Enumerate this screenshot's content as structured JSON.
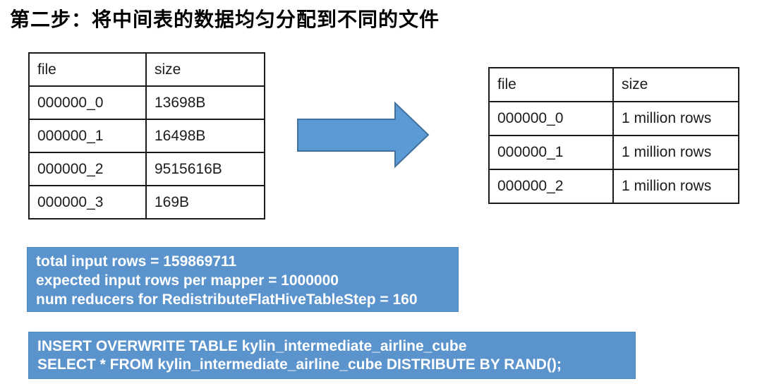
{
  "title": "第二步：将中间表的数据均匀分配到不同的文件",
  "left_table": {
    "headers": [
      "file",
      "size"
    ],
    "rows": [
      [
        "000000_0",
        "13698B"
      ],
      [
        "000000_1",
        "16498B"
      ],
      [
        "000000_2",
        "9515616B"
      ],
      [
        "000000_3",
        "169B"
      ]
    ]
  },
  "right_table": {
    "headers": [
      "file",
      "size"
    ],
    "rows": [
      [
        "000000_0",
        "1 million rows"
      ],
      [
        "000000_1",
        "1 million rows"
      ],
      [
        "000000_2",
        "1 million rows"
      ]
    ]
  },
  "log_box": {
    "lines": [
      "total input rows = 159869711",
      "expected input rows per mapper = 1000000",
      "num reducers for RedistributeFlatHiveTableStep = 160"
    ]
  },
  "sql_box": {
    "lines": [
      "INSERT OVERWRITE TABLE kylin_intermediate_airline_cube",
      "SELECT * FROM kylin_intermediate_airline_cube DISTRIBUTE BY RAND();"
    ]
  },
  "icons": {
    "arrow": "right-block-arrow"
  },
  "colors": {
    "box_fill": "#5b94cd",
    "arrow_fill": "#5b9bd5",
    "arrow_border": "#41719c",
    "table_border": "#1a1a1a",
    "table_text": "#1c1c1c",
    "box_text": "#ffffff",
    "title_text": "#000000"
  }
}
